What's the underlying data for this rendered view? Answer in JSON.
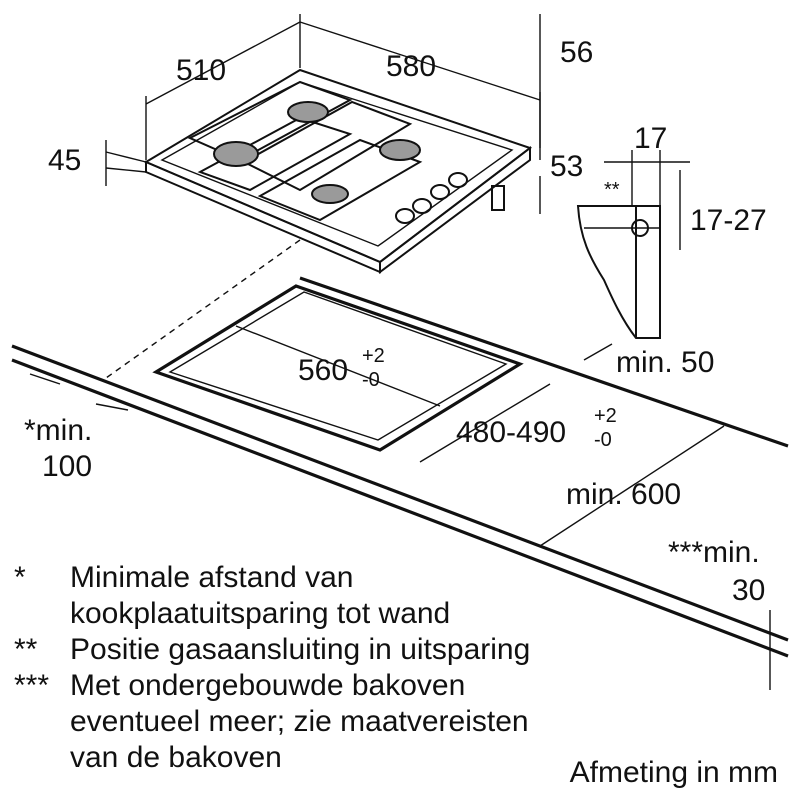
{
  "dimensions": {
    "width_510": "510",
    "width_580": "580",
    "height_56": "56",
    "height_45": "45",
    "height_53": "53",
    "gas_17": "17",
    "gas_mark": "**",
    "gas_17_27": "17-27",
    "cutout_560": "560",
    "cutout_560_tol_plus": "+2",
    "cutout_560_tol_minus": "-0",
    "cutout_480_490": "480-490",
    "cutout_480_tol_plus": "+2",
    "cutout_480_tol_minus": "-0",
    "min_50": "min. 50",
    "min_600": "min. 600",
    "wall_min_line1": "*min.",
    "wall_min_line2": "100",
    "oven_min_line1": "***min.",
    "oven_min_line2": "30"
  },
  "legend": [
    {
      "mark": "*",
      "text": "Minimale afstand van",
      "text2": "kookplaatuitsparing tot wand"
    },
    {
      "mark": "**",
      "text": "Positie gasaansluiting in uitsparing"
    },
    {
      "mark": "***",
      "text": "Met ondergebouwde bakoven",
      "text2": "eventueel meer; zie maatvereisten",
      "text3": "van de bakoven"
    }
  ],
  "unit_note": "Afmeting in mm"
}
